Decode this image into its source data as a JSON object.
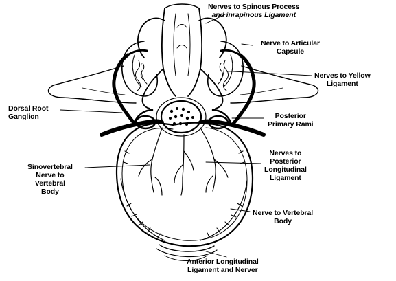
{
  "labels": {
    "spinous": [
      "Nerves to Spinous Process",
      "and inrapinous Ligament"
    ],
    "articular": [
      "Nerve to Articular",
      "Capsule"
    ],
    "yellow": [
      "Nerves to Yellow",
      "Ligament"
    ],
    "dorsal_root": [
      "Dorsal Root",
      "Ganglion"
    ],
    "posterior_rami": [
      "Posterior",
      "Primary Rami"
    ],
    "sinovertebral": [
      "Sinovertebral",
      "Nerve to",
      "Vertebral",
      "Body"
    ],
    "posterior_long": [
      "Nerves to",
      "Posterior",
      "Longitudinal",
      "Ligament"
    ],
    "vertebral_body": [
      "Nerve to Vertebral",
      "Body"
    ],
    "anterior_long": [
      "Anterior Longitudinal",
      "Ligament and Nerver"
    ]
  },
  "colors": {
    "ink": "#000000",
    "paper": "#ffffff"
  }
}
